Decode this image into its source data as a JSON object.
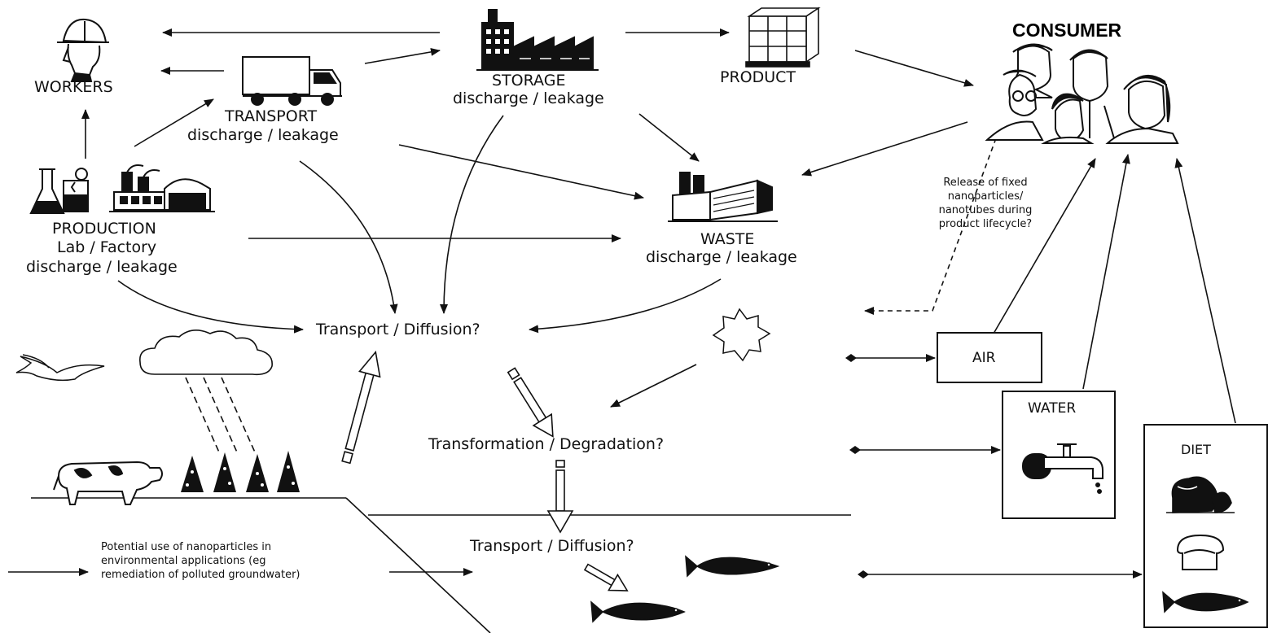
{
  "consumer": {
    "title": "CONSUMER"
  },
  "nodes": {
    "workers": "WORKERS",
    "transport_title": "TRANSPORT",
    "transport_sub": "discharge / leakage",
    "storage_title": "STORAGE",
    "storage_sub": "discharge / leakage",
    "product": "PRODUCT",
    "production_l1": "PRODUCTION",
    "production_l2": "Lab / Factory",
    "production_l3": "discharge / leakage",
    "waste_title": "WASTE",
    "waste_sub": "discharge / leakage"
  },
  "processes": {
    "transport_diffusion_upper": "Transport / Diffusion?",
    "transformation": "Transformation / Degradation?",
    "transport_diffusion_lower": "Transport / Diffusion?"
  },
  "release_note": {
    "l1": "Release of fixed",
    "l2": "nanoparticles/",
    "l3": "nanotubes during",
    "l4": "product lifecycle?"
  },
  "remediation_note": {
    "l1": "Potential use of nanoparticles in",
    "l2": "environmental applications (eg",
    "l3": "remediation of polluted groundwater)"
  },
  "exposure": {
    "air": "AIR",
    "water": "WATER",
    "diet": "DIET"
  },
  "icons": [
    "worker-icon",
    "truck-icon",
    "factory-storage-icon",
    "product-boxes-icon",
    "consumer-group-icon",
    "lab-flask-icon",
    "factory-icon",
    "waste-factory-icon",
    "sun-icon",
    "bird-icon",
    "cloud-rain-icon",
    "cow-icon",
    "trees-icon",
    "fish-icon",
    "tap-icon",
    "vegetables-icon",
    "bread-icon"
  ]
}
